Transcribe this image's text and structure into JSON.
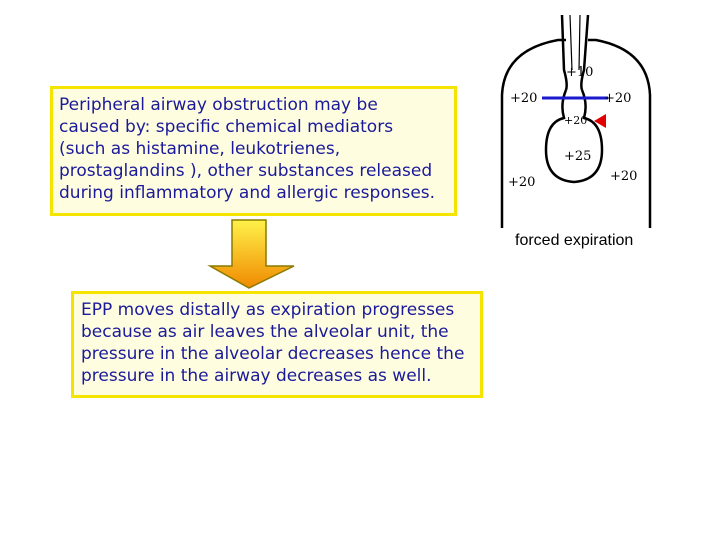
{
  "text_box_top": {
    "text": "Peripheral airway obstruction may be\ncaused by: specific chemical mediators\n(such as histamine, leukotrienes,\nprostaglandins ), other substances released\nduring inflammatory and allergic responses."
  },
  "text_box_bottom": {
    "text": "EPP moves distally as expiration progresses\nbecause as air leaves the alveolar unit, the\npressure in the alveolar decreases hence the\npressure in the airway decreases as well."
  },
  "diagram": {
    "caption": "forced expiration",
    "labels": {
      "airway_top": "+10",
      "pleural_upper_left": "+20",
      "pleural_upper_right": "+20",
      "airway_mid": "+20",
      "alveolar": "+25",
      "pleural_lower_left": "+20",
      "pleural_lower_right": "+20"
    },
    "colors": {
      "epp_line": "#1a1acc",
      "epp_marker": "#e00000",
      "box_border": "#f5e400",
      "box_fill": "#fefde0",
      "text": "#1a1a9a"
    }
  },
  "arrow": {
    "direction": "down",
    "colors": {
      "top": "#fff24a",
      "bottom": "#f08a00"
    }
  }
}
